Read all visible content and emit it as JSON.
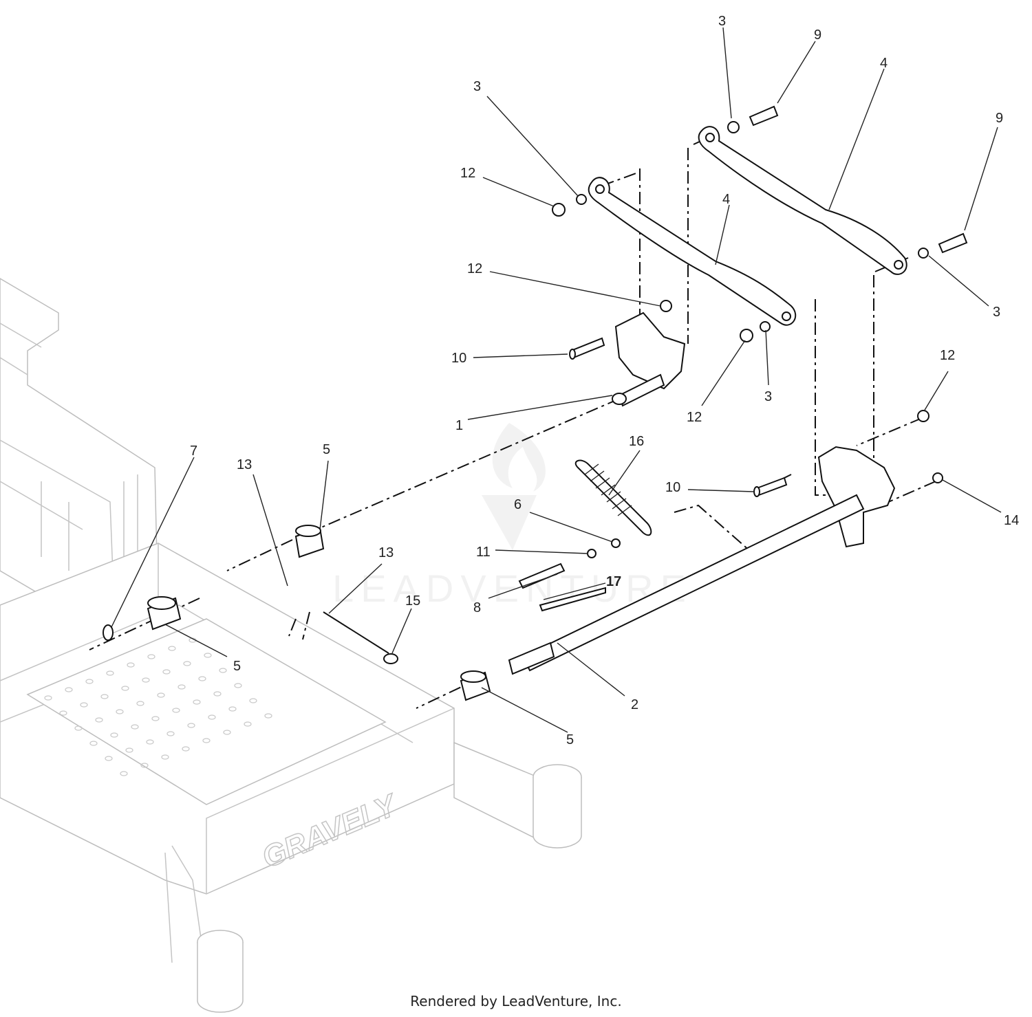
{
  "diagram": {
    "callouts": [
      {
        "id": "c1",
        "label": "1"
      },
      {
        "id": "c2",
        "label": "2"
      },
      {
        "id": "c3a",
        "label": "3"
      },
      {
        "id": "c3b",
        "label": "3"
      },
      {
        "id": "c3c",
        "label": "3"
      },
      {
        "id": "c3d",
        "label": "3"
      },
      {
        "id": "c4a",
        "label": "4"
      },
      {
        "id": "c4b",
        "label": "4"
      },
      {
        "id": "c5a",
        "label": "5"
      },
      {
        "id": "c5b",
        "label": "5"
      },
      {
        "id": "c5c",
        "label": "5"
      },
      {
        "id": "c6",
        "label": "6"
      },
      {
        "id": "c7",
        "label": "7"
      },
      {
        "id": "c8",
        "label": "8"
      },
      {
        "id": "c9a",
        "label": "9"
      },
      {
        "id": "c9b",
        "label": "9"
      },
      {
        "id": "c10a",
        "label": "10"
      },
      {
        "id": "c10b",
        "label": "10"
      },
      {
        "id": "c11",
        "label": "11"
      },
      {
        "id": "c12a",
        "label": "12"
      },
      {
        "id": "c12b",
        "label": "12"
      },
      {
        "id": "c12c",
        "label": "12"
      },
      {
        "id": "c12d",
        "label": "12"
      },
      {
        "id": "c13a",
        "label": "13"
      },
      {
        "id": "c13b",
        "label": "13"
      },
      {
        "id": "c14",
        "label": "14"
      },
      {
        "id": "c15",
        "label": "15"
      },
      {
        "id": "c16",
        "label": "16"
      },
      {
        "id": "c17",
        "label": "17"
      }
    ],
    "frame_brand": "GRAVELY",
    "watermark": "LEADVENTURE"
  },
  "footer": {
    "text": "Rendered by LeadVenture, Inc."
  }
}
